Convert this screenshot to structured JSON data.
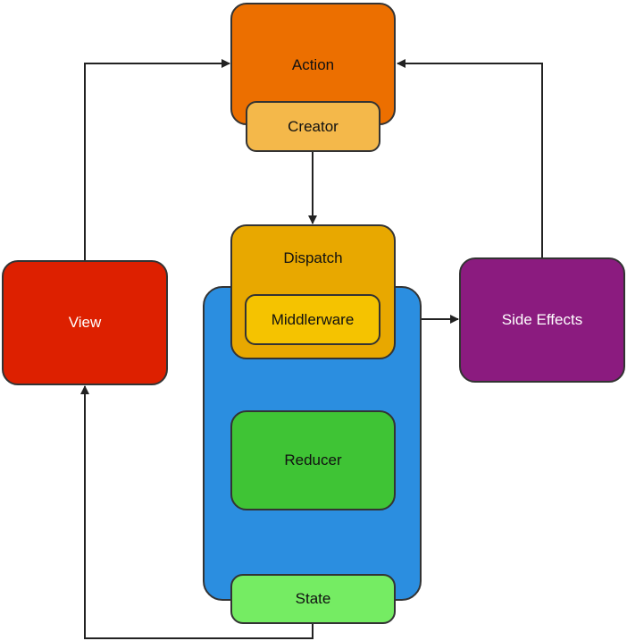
{
  "nodes": {
    "action": {
      "label": "Action",
      "color": "#ec6f00"
    },
    "creator": {
      "label": "Creator",
      "color": "#f4b84a"
    },
    "dispatch": {
      "label": "Dispatch",
      "color": "#e8a800"
    },
    "middleware": {
      "label": "Middlerware",
      "color": "#f5c300"
    },
    "reducer": {
      "label": "Reducer",
      "color": "#3fc435"
    },
    "state": {
      "label": "State",
      "color": "#75ec63"
    },
    "view": {
      "label": "View",
      "color": "#dd2000"
    },
    "side_effects": {
      "label": "Side Effects",
      "color": "#8b1b7f"
    },
    "store": {
      "color": "#2b8ee0"
    }
  },
  "edges": [
    {
      "from": "creator",
      "to": "dispatch"
    },
    {
      "from": "middleware",
      "to": "reducer"
    },
    {
      "from": "middleware",
      "to": "side_effects"
    },
    {
      "from": "reducer",
      "to": "state"
    },
    {
      "from": "state",
      "to": "view"
    },
    {
      "from": "view",
      "to": "action"
    },
    {
      "from": "side_effects",
      "to": "action"
    }
  ],
  "colors": {
    "stroke": "#333333",
    "edge": "#222222"
  }
}
